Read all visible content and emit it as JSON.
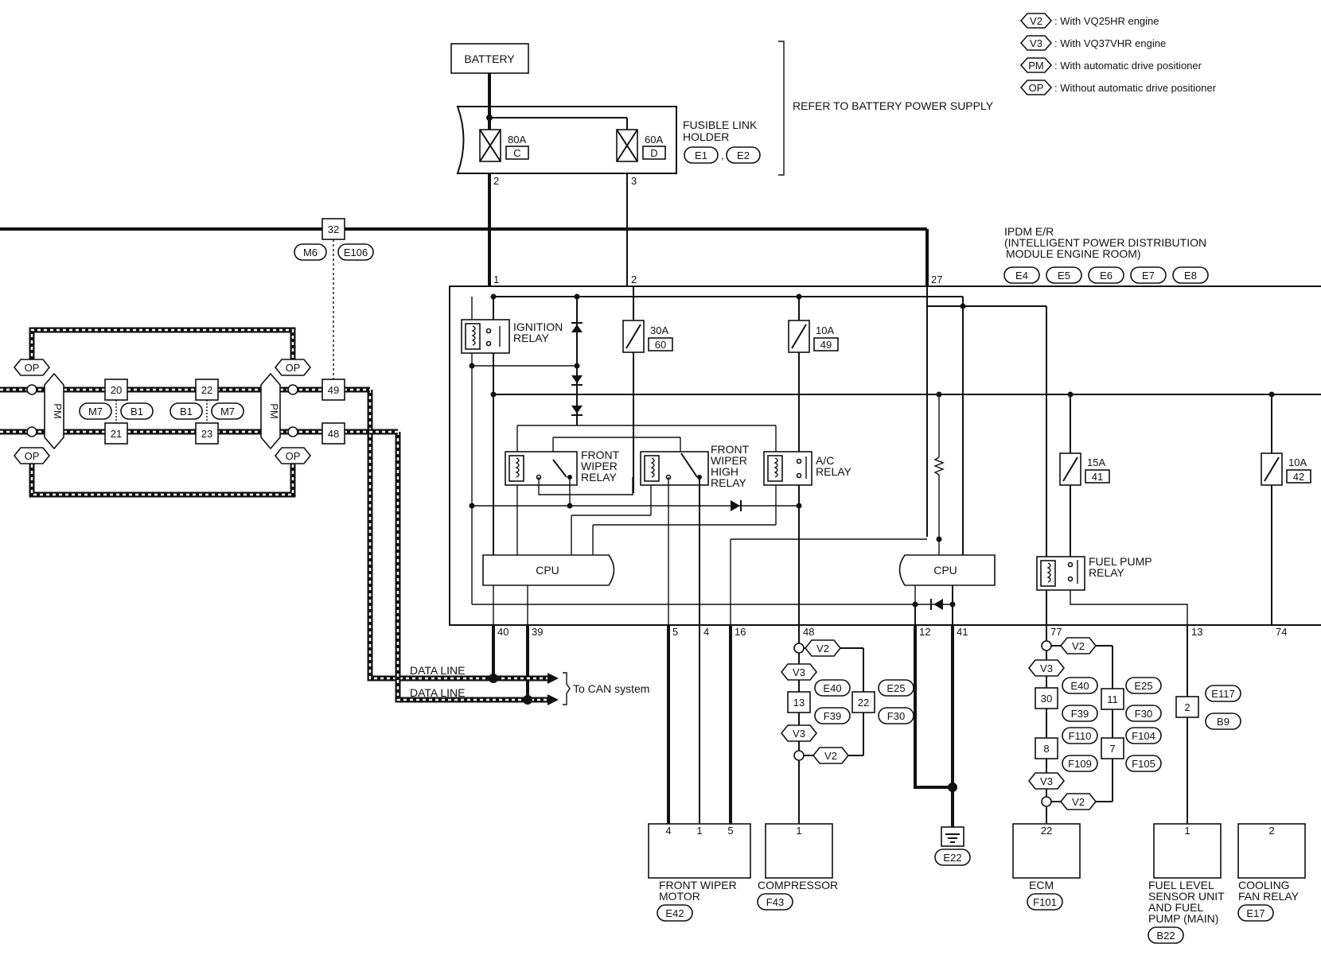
{
  "legend": [
    {
      "code": "V2",
      "text": ": With VQ25HR engine"
    },
    {
      "code": "V3",
      "text": ": With VQ37VHR engine"
    },
    {
      "code": "PM",
      "text": ": With automatic drive positioner"
    },
    {
      "code": "OP",
      "text": ": Without automatic drive positioner"
    }
  ],
  "battery": {
    "label": "BATTERY"
  },
  "fusible_link": {
    "label_line1": "FUSIBLE LINK",
    "label_line2": "HOLDER",
    "conn1": "E1",
    "conn2": "E2",
    "fuse1_amp": "80A",
    "fuse1_id": "C",
    "fuse2_amp": "60A",
    "fuse2_id": "D",
    "pin1": "2",
    "pin2": "3"
  },
  "refer_note": "REFER TO BATTERY POWER SUPPLY",
  "ipdm": {
    "line1": "IPDM E/R",
    "line2": "(INTELLIGENT POWER DISTRIBUTION",
    "line3": "MODULE ENGINE ROOM)",
    "conns": [
      "E4",
      "E5",
      "E6",
      "E7",
      "E8"
    ],
    "pins_top": [
      "1",
      "2",
      "27"
    ],
    "pins_bottom": [
      "40",
      "39",
      "5",
      "4",
      "16",
      "48",
      "12",
      "41",
      "77",
      "13",
      "74"
    ]
  },
  "relays": {
    "ignition": [
      "IGNITION",
      "RELAY"
    ],
    "front_wiper": [
      "FRONT",
      "WIPER",
      "RELAY"
    ],
    "front_wiper_high": [
      "FRONT",
      "WIPER",
      "HIGH",
      "RELAY"
    ],
    "ac": [
      "A/C",
      "RELAY"
    ],
    "fuel_pump": [
      "FUEL PUMP",
      "RELAY"
    ]
  },
  "fuses": [
    {
      "amp": "30A",
      "id": "60"
    },
    {
      "amp": "10A",
      "id": "49"
    },
    {
      "amp": "15A",
      "id": "41"
    },
    {
      "amp": "10A",
      "id": "42"
    }
  ],
  "cpu_label": "CPU",
  "can": {
    "data_line": "DATA LINE",
    "to_can": "To CAN system"
  },
  "harness": {
    "top_pin": "32",
    "top_conn1": "M6",
    "top_conn2": "E106",
    "pins": [
      "20",
      "22",
      "49",
      "21",
      "23",
      "48"
    ],
    "mid_conns": [
      "M7",
      "B1",
      "B1",
      "M7"
    ],
    "op": "OP",
    "pm": "PM"
  },
  "compressor_branch": {
    "v2": "V2",
    "v3": "V3",
    "pin13": "13",
    "pin22": "22",
    "conns": [
      "E40",
      "F39",
      "E25",
      "F30"
    ]
  },
  "ecm_branch": {
    "v2": "V2",
    "v3": "V3",
    "pins": [
      "30",
      "8",
      "11",
      "7"
    ],
    "conns": [
      "E40",
      "F39",
      "F110",
      "F109",
      "E25",
      "F30",
      "F104",
      "F105"
    ]
  },
  "fuel_level_branch": {
    "pin": "2",
    "conns": [
      "E117",
      "B9"
    ]
  },
  "components": {
    "wiper_motor": {
      "pins": [
        "4",
        "1",
        "5"
      ],
      "label1": "FRONT WIPER",
      "label2": "MOTOR",
      "conn": "E42"
    },
    "compressor": {
      "pin": "1",
      "label": "COMPRESSOR",
      "conn": "F43"
    },
    "ground": {
      "conn": "E22"
    },
    "ecm": {
      "pin": "22",
      "label": "ECM",
      "conn": "F101"
    },
    "fuel_level": {
      "pin": "1",
      "label1": "FUEL LEVEL",
      "label2": "SENSOR UNIT",
      "label3": "AND FUEL",
      "label4": "PUMP (MAIN)",
      "conn": "B22"
    },
    "cooling_fan": {
      "pin": "2",
      "label1": "COOLING",
      "label2": "FAN RELAY",
      "conn": "E17"
    }
  }
}
